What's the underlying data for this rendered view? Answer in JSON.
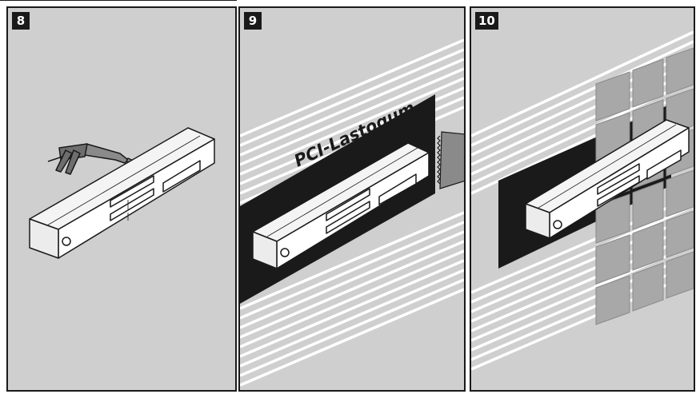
{
  "steps": [
    {
      "number": "8"
    },
    {
      "number": "9",
      "product_label": "PCI-Lastogum"
    },
    {
      "number": "10"
    }
  ]
}
